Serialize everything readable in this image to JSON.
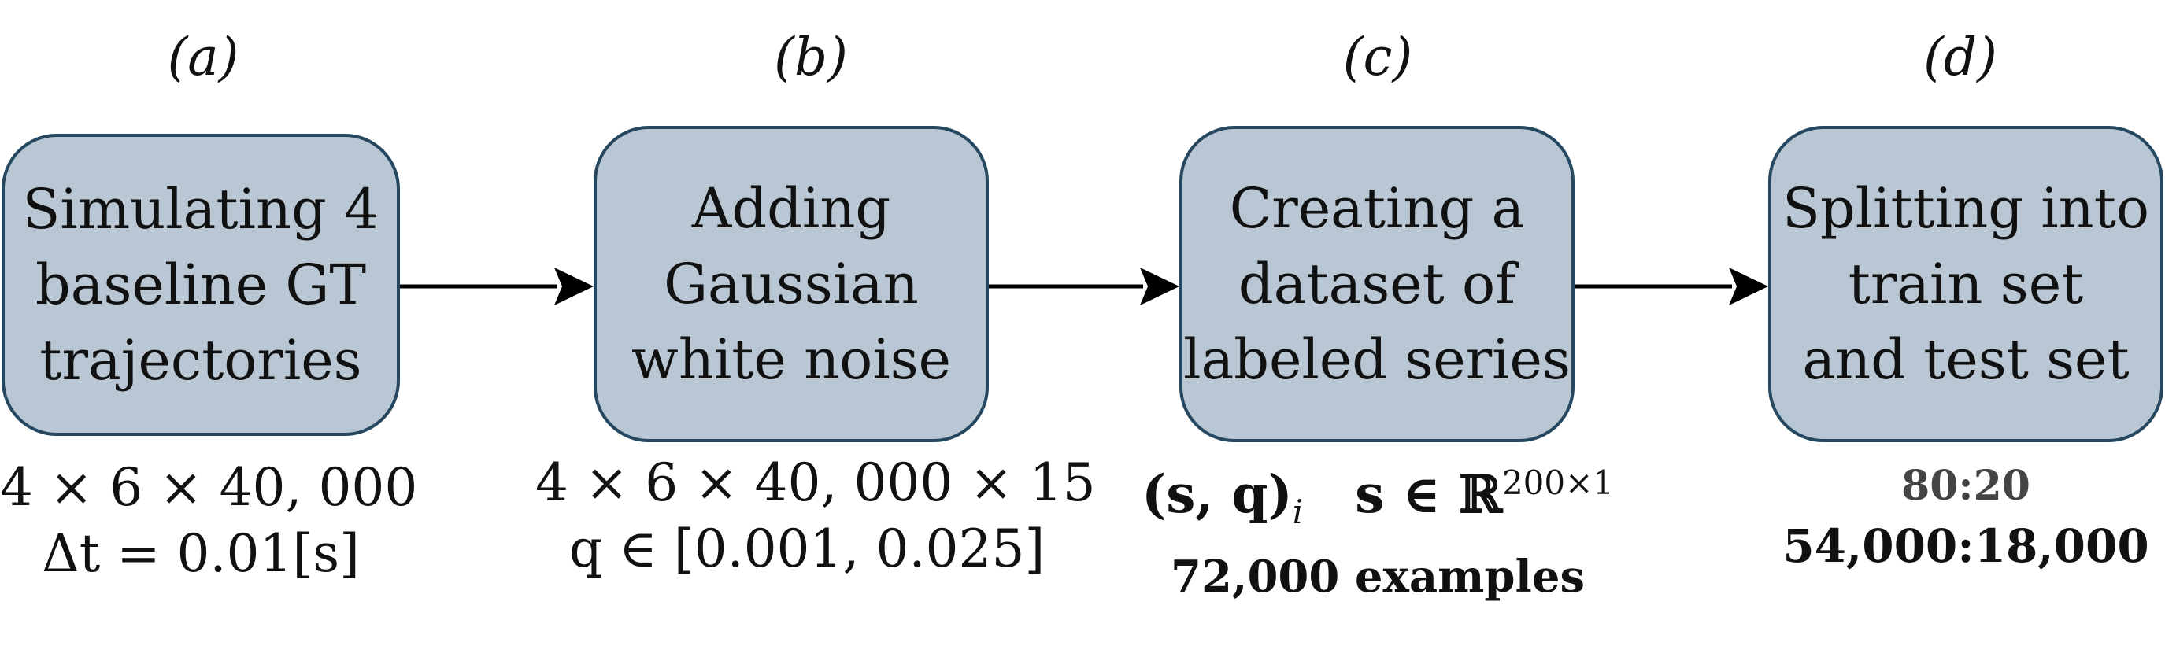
{
  "stages": [
    {
      "label": "(a)",
      "box_lines": [
        "Simulating 4",
        "baseline GT",
        "trajectories"
      ],
      "caption_lines": [
        "4 × 6 × 40, 000",
        "Δt = 0.01[s]"
      ]
    },
    {
      "label": "(b)",
      "box_lines": [
        "Adding",
        "Gaussian",
        "white noise"
      ],
      "caption_lines": [
        "4 × 6 × 40, 000 × 15",
        "q ∈ [0.001, 0.025]"
      ]
    },
    {
      "label": "(c)",
      "box_lines": [
        "Creating a",
        "dataset of",
        "labeled series"
      ],
      "caption_lines": [
        "(s, q)",
        "i",
        "s ∈ ℝ",
        "200×1",
        "72,000 examples"
      ]
    },
    {
      "label": "(d)",
      "box_lines": [
        "Splitting into",
        "train set",
        "and test set"
      ],
      "caption_lines": [
        "80:20",
        "54,000:18,000"
      ]
    }
  ],
  "colors": {
    "box_fill": "#b8c7d3",
    "box_border": "#25475f",
    "arrow": "#000000"
  }
}
